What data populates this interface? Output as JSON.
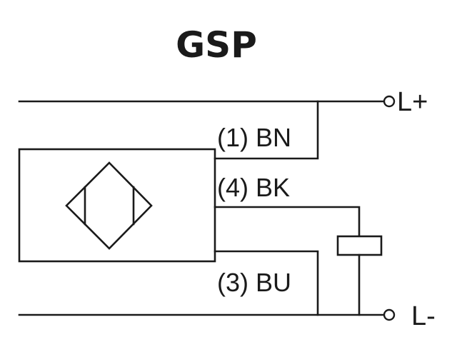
{
  "title": "GSP",
  "terminals": {
    "positive": "L+",
    "negative": "L-"
  },
  "wires": {
    "brown": "(1) BN",
    "black": "(4) BK",
    "blue": "(3) BU"
  },
  "colors": {
    "line": "#1a1a1a",
    "background": "#ffffff"
  }
}
